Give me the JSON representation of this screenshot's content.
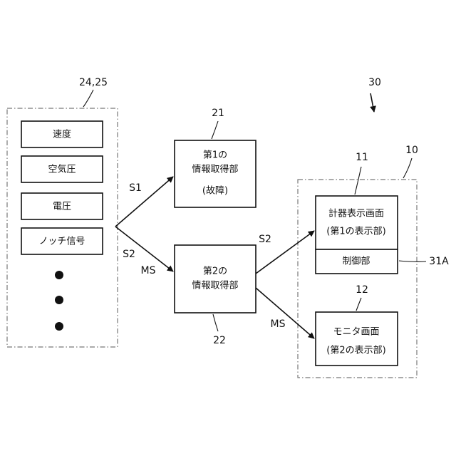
{
  "refs": {
    "group_24_25": "24,25",
    "unit_21": "21",
    "unit_22": "22",
    "system_30": "30",
    "display_10": "10",
    "meter_11": "11",
    "monitor_12": "12",
    "control_31a": "31A"
  },
  "inputs": [
    "速度",
    "空気圧",
    "電圧",
    "ノッチ信号"
  ],
  "unit1": {
    "line1": "第1の",
    "line2": "情報取得部",
    "line3": "(故障)"
  },
  "unit2": {
    "line1": "第2の",
    "line2": "情報取得部"
  },
  "meter": {
    "line1": "計器表示画面",
    "line2": "(第1の表示部)"
  },
  "control": {
    "label": "制御部"
  },
  "monitor": {
    "line1": "モニタ画面",
    "line2": "(第2の表示部)"
  },
  "signals": {
    "s1": "S1",
    "s2_left": "S2",
    "ms_left": "MS",
    "s2_right": "S2",
    "ms_right": "MS"
  }
}
